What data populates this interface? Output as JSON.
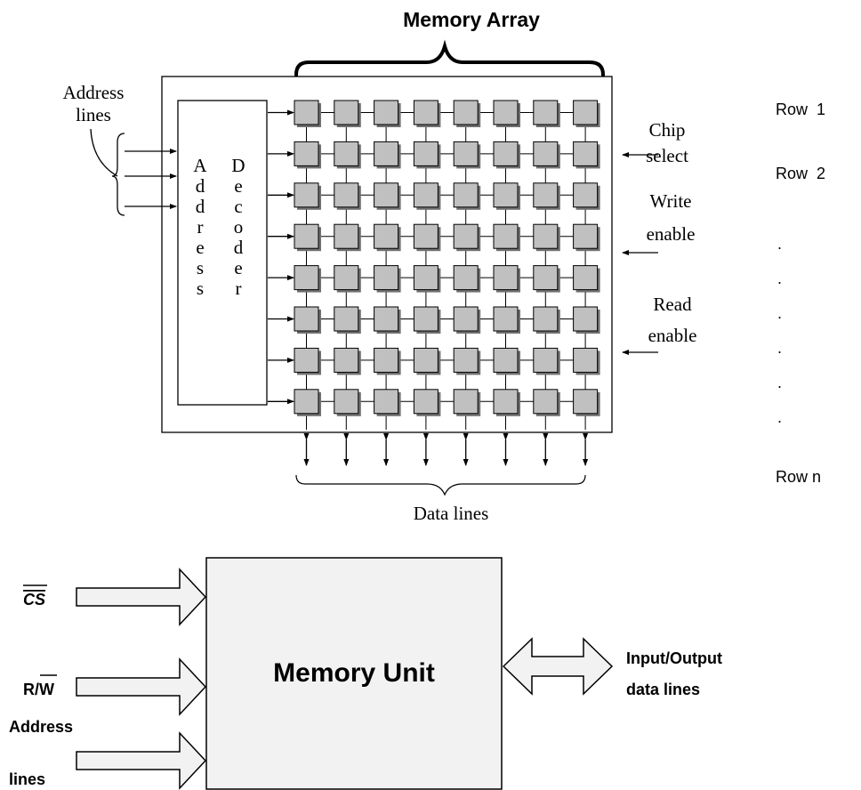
{
  "top_diagram": {
    "title": "Memory Array",
    "address_lines_label_1": "Address",
    "address_lines_label_2": "lines",
    "decoder_left_letters": [
      "A",
      "d",
      "d",
      "r",
      "e",
      "s",
      "s"
    ],
    "decoder_right_letters": [
      "D",
      "e",
      "c",
      "o",
      "d",
      "e",
      "r"
    ],
    "chip_select_1": "Chip",
    "chip_select_2": "select",
    "write_enable_1": "Write",
    "write_enable_2": "enable",
    "read_enable_1": "Read",
    "read_enable_2": "enable",
    "data_lines_label": "Data lines",
    "grid": {
      "rows": 8,
      "cols": 8
    },
    "colors": {
      "cell_fill": "#c0c0c0",
      "cell_shadow": "#707070",
      "stroke": "#000000"
    }
  },
  "row_labels": {
    "row_1": "Row  1",
    "row_2": "Row  2",
    "dots": [
      ".",
      ".",
      ".",
      ".",
      ".",
      "."
    ],
    "row_n": "Row n"
  },
  "bottom_diagram": {
    "unit_label": "Memory Unit",
    "cs_label": "CS",
    "rw_label_r": "R/",
    "rw_label_w": "W",
    "address_label_1": "Address",
    "address_label_2": "lines",
    "io_label_1": "Input/Output",
    "io_label_2": "data lines",
    "colors": {
      "unit_fill": "#f2f2f2",
      "arrow_fill": "#f2f2f2"
    }
  }
}
